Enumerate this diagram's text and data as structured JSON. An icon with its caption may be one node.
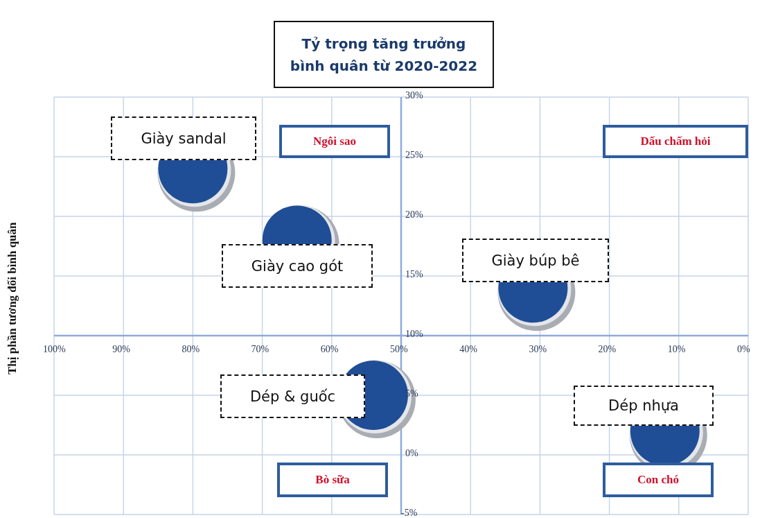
{
  "diagram": {
    "nodes": [
      {
        "text": [
          "Ngôi sao"
        ]
      },
      {
        "text": [
          "Dấu chấm hỏi"
        ]
      },
      {
        "text": [
          "Bò sữa"
        ]
      },
      {
        "text": [
          "Con chó"
        ]
      }
    ],
    "chart_data": {
      "type": "scatter",
      "title": "Tỷ trọng tăng trưởng bình quân từ 2020-2022",
      "ylabel": "Thị phần tương đối bình quân",
      "grid": true,
      "x": [
        80,
        65,
        31,
        54,
        12
      ],
      "series": [
        {
          "color": "#1f4e96",
          "values": [
            24,
            18,
            14,
            5,
            2
          ]
        }
      ],
      "xlim": [
        100,
        0
      ],
      "ylim": [
        -5,
        30
      ],
      "xticks": [
        {
          "value": 100,
          "label": "100%"
        },
        {
          "value": 90,
          "label": "90%"
        },
        {
          "value": 80,
          "label": "80%"
        },
        {
          "value": 70,
          "label": "70%"
        },
        {
          "value": 60,
          "label": "60%"
        },
        {
          "value": 50,
          "label": "50%"
        },
        {
          "value": 40,
          "label": "40%"
        },
        {
          "value": 30,
          "label": "30%"
        },
        {
          "value": 20,
          "label": "20%"
        },
        {
          "value": 10,
          "label": "10%"
        },
        {
          "value": 0,
          "label": "0%"
        }
      ],
      "yticks": [
        {
          "value": 30,
          "label": "30%"
        },
        {
          "value": 25,
          "label": "25%"
        },
        {
          "value": 20,
          "label": "20%"
        },
        {
          "value": 15,
          "label": "15%"
        },
        {
          "value": 10,
          "label": "10%"
        },
        {
          "value": 5,
          "label": "5%"
        },
        {
          "value": 0,
          "label": "0%"
        },
        {
          "value": -5,
          "label": "-5%"
        }
      ],
      "annotations": [
        "Giày sandal",
        "Giày cao gót",
        "Giày búp bê",
        "Dép & guốc",
        "Dép nhựa"
      ]
    }
  }
}
